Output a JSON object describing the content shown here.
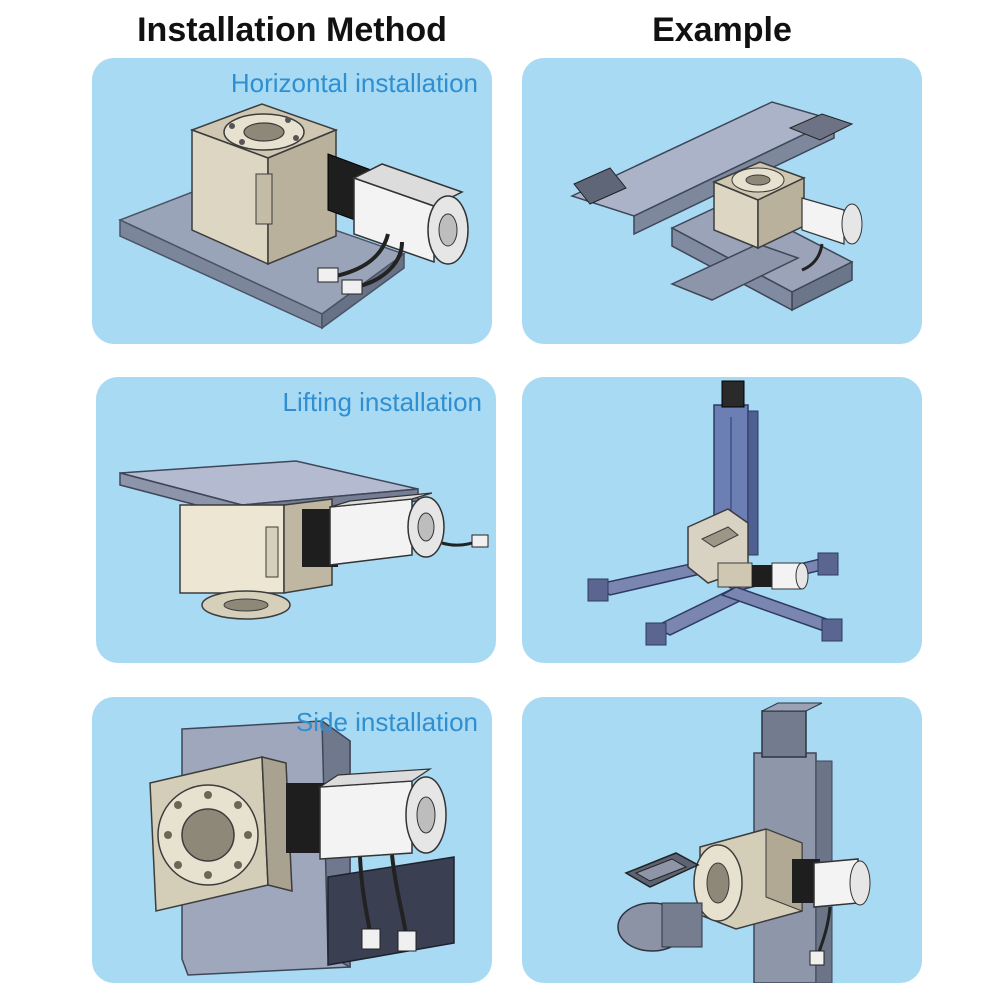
{
  "headers": {
    "method": "Installation Method",
    "example": "Example"
  },
  "rows": [
    {
      "method_label": "Horizontal installation",
      "method_illustration": "rotary-table-horizontal-mount",
      "example_illustration": "xy-gantry-with-rotary-table"
    },
    {
      "method_label": "Lifting installation",
      "method_illustration": "rotary-table-inverted-mount",
      "example_illustration": "vertical-column-with-cross-gripper"
    },
    {
      "method_label": "Side installation",
      "method_illustration": "rotary-table-side-mount",
      "example_illustration": "vertical-axis-with-side-rotary-table"
    }
  ],
  "colors": {
    "card_background": "#a8daf3",
    "label_text": "#2f8fd0",
    "heading_text": "#111111"
  }
}
